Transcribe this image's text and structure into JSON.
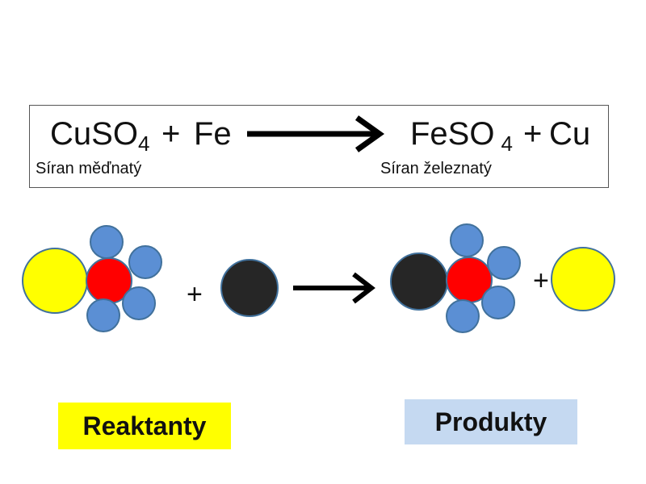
{
  "equation": {
    "reactant1": {
      "base": "CuSO",
      "sub": "4"
    },
    "plus1": "+",
    "reactant2": "Fe",
    "product1": {
      "base": "FeSO",
      "sub": "4"
    },
    "plus2": "+",
    "product2": "Cu",
    "reactant1_name": "Síran měďnatý",
    "product1_name": "Síran železnatý"
  },
  "diagram": {
    "plus_left": "+",
    "plus_right": "+"
  },
  "labels": {
    "reactants": "Reaktanty",
    "products": "Produkty"
  },
  "colors": {
    "copper": "#FFFF00",
    "sulfur": "#FF0000",
    "oxygen": "#5B8FD4",
    "iron": "#262626",
    "outline": "#41719C",
    "reactants_badge": "#FFFF00",
    "products_badge": "#C5D9F1"
  }
}
